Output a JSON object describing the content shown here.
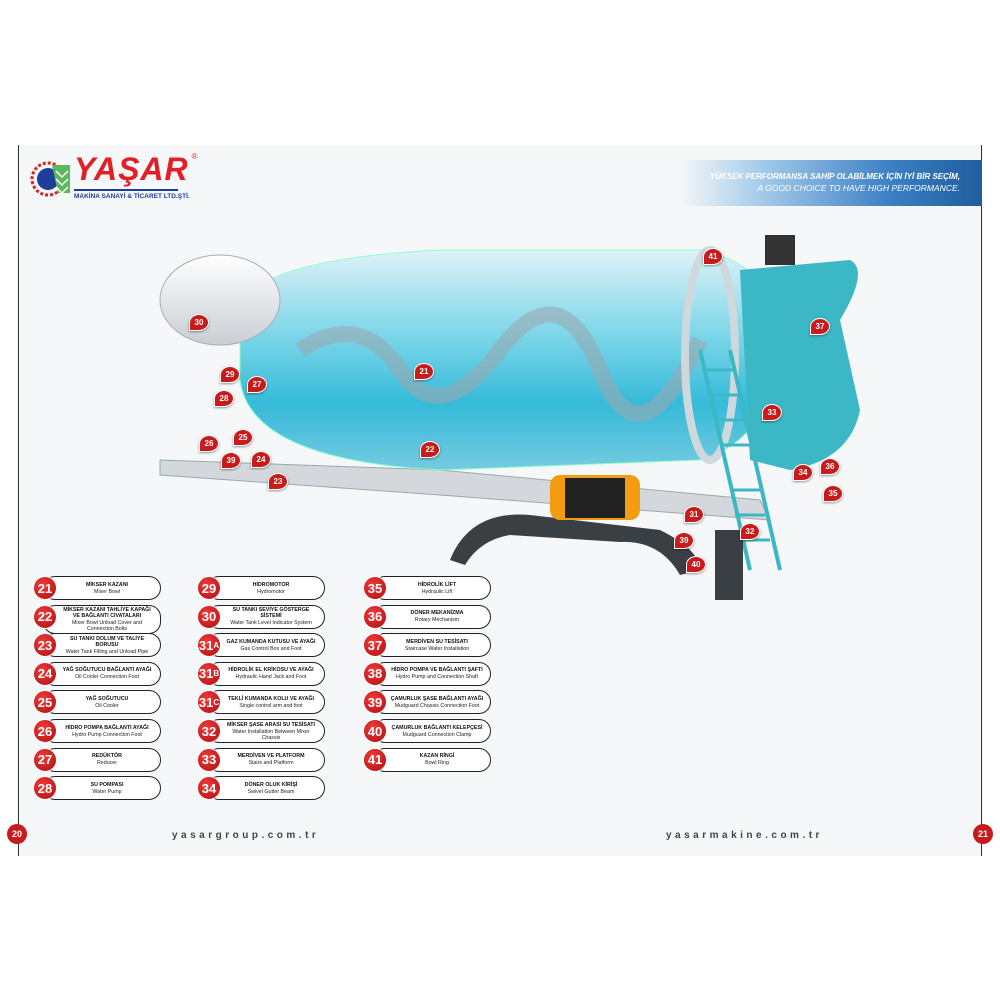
{
  "logo": {
    "brand": "YAŞAR",
    "sub": "MAKİNA SANAYİ & TİCARET LTD.ŞTİ."
  },
  "banner": {
    "tr": "YÜKSEK PERFORMANSA SAHİP OLABİLMEK İÇİN İYİ BİR SEÇİM,",
    "en": "A GOOD CHOICE TO HAVE HIGH PERFORMANCE."
  },
  "markers": [
    "41",
    "30",
    "37",
    "21",
    "29",
    "27",
    "28",
    "33",
    "26",
    "25",
    "22",
    "39",
    "24",
    "23",
    "34",
    "36",
    "35",
    "31",
    "32",
    "39",
    "40"
  ],
  "legend": [
    {
      "n": "21",
      "tr": "MİKSER KAZANI",
      "en": "Mixer Bowl"
    },
    {
      "n": "22",
      "tr": "MİKSER KAZANI TAHLİYE KAPAĞI VE BAĞLANTI CIVATALARI",
      "en": "Mixer Bowl Unload Cover and Connection Bolts"
    },
    {
      "n": "23",
      "tr": "SU TANKI DOLUM VE TALİYE BORUSU",
      "en": "Water Tank Filling and Unload Pipe"
    },
    {
      "n": "24",
      "tr": "YAĞ SOĞUTUCU BAĞLANTI AYAĞI",
      "en": "Oil Cooler Connection Foot"
    },
    {
      "n": "25",
      "tr": "YAĞ SOĞUTUCU",
      "en": "Oil Cooler"
    },
    {
      "n": "26",
      "tr": "HİDRO POMPA BAĞLANTI AYAĞI",
      "en": "Hydro Pump Connection Foot"
    },
    {
      "n": "27",
      "tr": "REDÜKTÖR",
      "en": "Reducer"
    },
    {
      "n": "28",
      "tr": "SU POMPASI",
      "en": "Water Pump"
    },
    {
      "n": "29",
      "tr": "HİDROMOTOR",
      "en": "Hydromotor"
    },
    {
      "n": "30",
      "tr": "SU TANKI SEVİYE GÖSTERGE SİSTEMİ",
      "en": "Water Tank Level Indicator System"
    },
    {
      "n": "31",
      "s": "A",
      "tr": "GAZ KUMANDA KUTUSU VE AYAĞI",
      "en": "Gas Control Box and Foot"
    },
    {
      "n": "31",
      "s": "B",
      "tr": "HİDROLİK EL KRİKOSU VE AYAĞI",
      "en": "Hydraulic Hand Jack and Foot"
    },
    {
      "n": "31",
      "s": "C",
      "tr": "TEKLİ KUMANDA KOLU VE AYAĞI",
      "en": "Single control arm and foot"
    },
    {
      "n": "32",
      "tr": "MİKSER ŞASE ARASI SU TESİSATI",
      "en": "Water Installation Between Mixer Chassis"
    },
    {
      "n": "33",
      "tr": "MERDİVEN VE PLATFORM",
      "en": "Stairs and Platform"
    },
    {
      "n": "34",
      "tr": "DÖNER OLUK KİRİŞİ",
      "en": "Swivel Gutter Beam"
    },
    {
      "n": "35",
      "tr": "HİDROLİK LİFT",
      "en": "Hydraulic Lift"
    },
    {
      "n": "36",
      "tr": "DÖNER MEKANİZMA",
      "en": "Rotary Mechanism"
    },
    {
      "n": "37",
      "tr": "MERDİVEN SU TESİSATI",
      "en": "Staircase Water Installation"
    },
    {
      "n": "38",
      "tr": "HİDRO POMPA VE BAĞLANTI ŞAFTI",
      "en": "Hydro Pump and Connection Shaft"
    },
    {
      "n": "39",
      "tr": "ÇAMURLUK ŞASE BAĞLANTI AYAĞI",
      "en": "Mudguard Chassis Connection Foot"
    },
    {
      "n": "40",
      "tr": "ÇAMURLUK BAĞLANTI KELEPÇESİ",
      "en": "Mudguard Connection Clamp"
    },
    {
      "n": "41",
      "tr": "KAZAN RİNGİ",
      "en": "Bowl Ring"
    }
  ],
  "footer": {
    "page_left": "20",
    "page_right": "21",
    "url_left": "yasargroup.com.tr",
    "url_right": "yasarmakine.com.tr"
  }
}
